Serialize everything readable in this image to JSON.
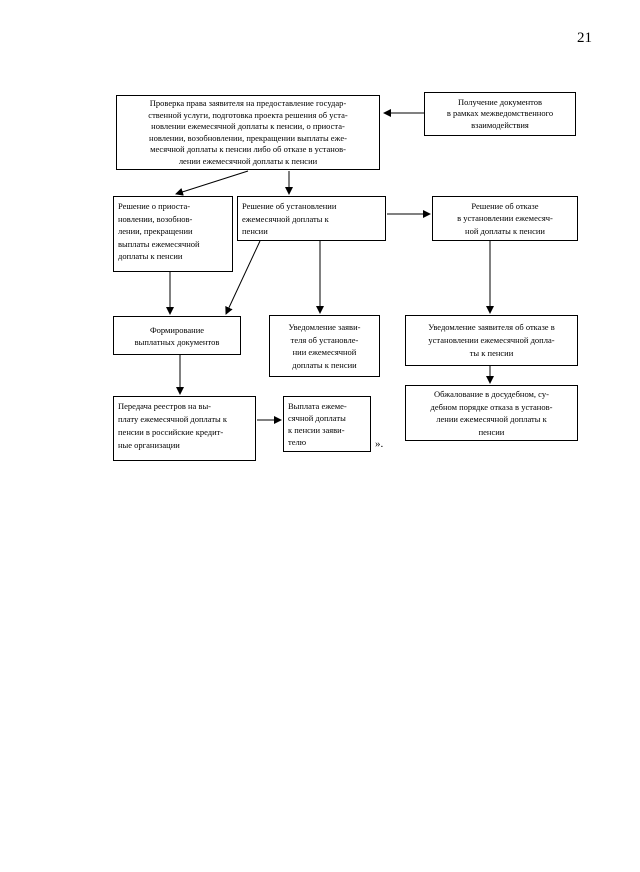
{
  "page_number": "21",
  "trailing_mark": "».",
  "boxes": {
    "verification": {
      "text": "Проверка права заявителя на предоставление государ-\nственной услуги,  подготовка проекта решения об уста-\nновлении ежемесячной доплаты к пенсии, о приоста-\nновлении, возобновлении, прекращении выплаты еже-\nмесячной доплаты к пенсии  либо об отказе в установ-\nлении ежемесячной  доплаты к пенсии"
    },
    "receive_documents": {
      "text": "Получение документов\nв рамках межведомственного\nвзаимодействия"
    },
    "decision_suspend": {
      "text": "Решение  о  приоста-\nновлении,  возобнов-\nлении,  прекращении\nвыплаты ежемесячной\nдоплаты к пенсии"
    },
    "decision_establish": {
      "text": "Решение  об  установлении\nежемесячной  доплаты  к\nпенсии"
    },
    "decision_refuse": {
      "text": "Решение об отказе\nв установлении ежемесяч-\nной доплаты к пенсии"
    },
    "form_payment_documents": {
      "text": "Формирование\nвыплатных документов"
    },
    "notify_establish": {
      "text": "Уведомление заяви-\nтеля об установле-\nнии ежемесячной\nдоплаты к пенсии"
    },
    "notify_refuse": {
      "text": "Уведомление заявителя об отказе в\nустановлении ежемесячной допла-\nты к пенсии"
    },
    "transfer_registers": {
      "text": "Передача реестров  на  вы-\nплату ежемесячной доплаты к\nпенсии в российские кредит-\nные организации"
    },
    "payment": {
      "text": "Выплата  ежеме-\nсячной  доплаты\nк  пенсии  заяви-\nтелю"
    },
    "appeal": {
      "text": "Обжалование в досудебном, су-\nдебном порядке отказа в установ-\nлении ежемесячной доплаты к\nпенсии"
    }
  }
}
